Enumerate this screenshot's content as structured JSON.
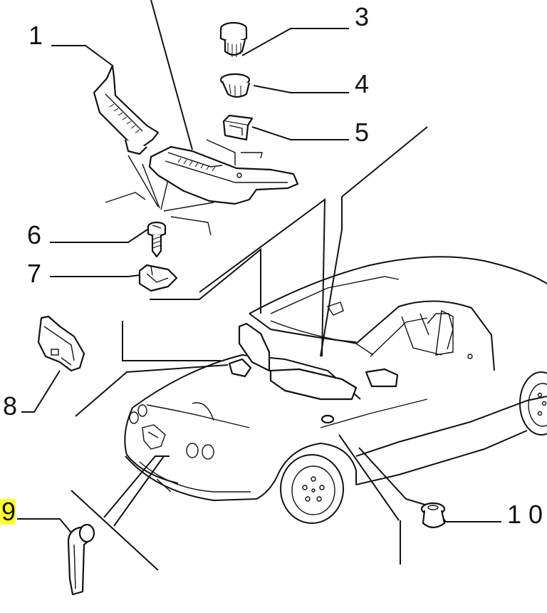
{
  "callouts": [
    {
      "id": "1",
      "text": "1",
      "highlighted": false
    },
    {
      "id": "3",
      "text": "3",
      "highlighted": false
    },
    {
      "id": "4",
      "text": "4",
      "highlighted": false
    },
    {
      "id": "5",
      "text": "5",
      "highlighted": false
    },
    {
      "id": "6",
      "text": "6",
      "highlighted": false
    },
    {
      "id": "7",
      "text": "7",
      "highlighted": false
    },
    {
      "id": "8",
      "text": "8",
      "highlighted": false
    },
    {
      "id": "9",
      "text": "9",
      "highlighted": true
    },
    {
      "id": "10",
      "text": "1 0",
      "highlighted": false
    }
  ],
  "colors": {
    "ink": "#111111",
    "highlight": "#ffff33",
    "background": "#ffffff"
  }
}
